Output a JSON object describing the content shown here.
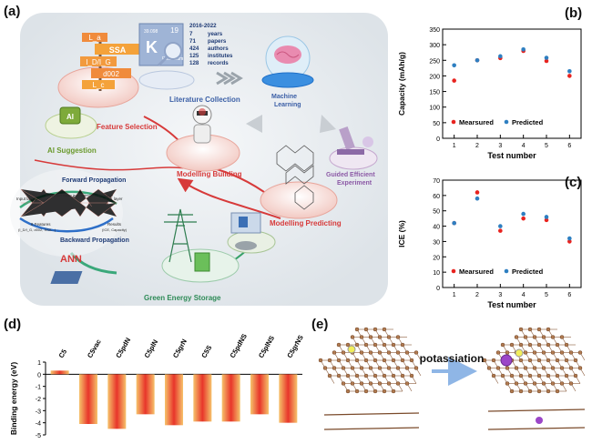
{
  "panel_labels": {
    "a": "(a)",
    "b": "(b)",
    "c": "(c)",
    "d": "(d)",
    "e": "(e)"
  },
  "workflow": {
    "literature_stats": {
      "years_range": "2016-2022",
      "rows": [
        {
          "count": "7",
          "label": "years"
        },
        {
          "count": "71",
          "label": "papers"
        },
        {
          "count": "424",
          "label": "authors"
        },
        {
          "count": "125",
          "label": "institutes"
        },
        {
          "count": "128",
          "label": "records"
        }
      ]
    },
    "element_card": {
      "number": "19",
      "mass": "39.098",
      "symbol": "K",
      "name": "Potassium"
    },
    "signposts": [
      "SSA",
      "I_D/I_G",
      "d002",
      "L_c",
      "L_a"
    ],
    "nodes": {
      "literature": "Literature Collection",
      "machine_learning_1": "Machine",
      "machine_learning_2": "Learning",
      "ai_suggestion": "AI Suggestion",
      "feature_selection": "Feature Selection",
      "modelling_building": "Modelling Building",
      "guided_1": "Guided Efficient",
      "guided_2": "Experiment",
      "modelling_predicting": "Modelling Predicting",
      "green_storage": "Green Energy Storage",
      "ann": "ANN",
      "forward": "Forward Propagation",
      "backward": "Backward Propagation",
      "input_layer": "Input layer",
      "output_layer": "Output layer",
      "hidden_layers": "Hidden layer  Hidden layer  Hidden layer  Hidden layer",
      "features_1": "6 Features",
      "features_2": "(I_D/I_G, d002, SSA...)",
      "results_1": "Results",
      "results_2": "(ICE, Capacity)"
    }
  },
  "chart_data": [
    {
      "type": "scatter",
      "xlabel": "Test number",
      "ylabel": "Capacity (mAh/g)",
      "xlim": [
        0.5,
        6.5
      ],
      "ylim": [
        0,
        350
      ],
      "xticks": [
        1,
        2,
        3,
        4,
        5,
        6
      ],
      "yticks": [
        0,
        50,
        100,
        150,
        200,
        250,
        300,
        350
      ],
      "x": [
        1,
        2,
        3,
        4,
        5,
        6
      ],
      "series": [
        {
          "name": "Mearsured",
          "color": "#e8231f",
          "values": [
            185,
            250,
            257,
            280,
            248,
            200
          ]
        },
        {
          "name": "Predicted",
          "color": "#2e7fc1",
          "values": [
            234,
            250,
            263,
            285,
            258,
            215
          ]
        }
      ],
      "legend": "bottom"
    },
    {
      "type": "scatter",
      "xlabel": "Test number",
      "ylabel": "ICE (%)",
      "xlim": [
        0.5,
        6.5
      ],
      "ylim": [
        0,
        70
      ],
      "xticks": [
        1,
        2,
        3,
        4,
        5,
        6
      ],
      "yticks": [
        0,
        10,
        20,
        30,
        40,
        50,
        60,
        70
      ],
      "x": [
        1,
        2,
        3,
        4,
        5,
        6
      ],
      "series": [
        {
          "name": "Mearsured",
          "color": "#e8231f",
          "values": [
            42,
            62,
            37,
            45,
            44,
            30
          ]
        },
        {
          "name": "Predicted",
          "color": "#2e7fc1",
          "values": [
            42,
            58,
            40,
            48,
            46,
            32
          ]
        }
      ],
      "legend": "bottom"
    },
    {
      "type": "bar",
      "ylabel": "Binding energy (eV)",
      "ylim": [
        -5,
        1
      ],
      "yticks": [
        1,
        0,
        -1,
        -2,
        -3,
        -4,
        -5
      ],
      "categories": [
        "C5",
        "C5vac",
        "C5pdN",
        "C5plN",
        "C5grN",
        "C5S",
        "C5pdNS",
        "C5plNS",
        "C5grNS"
      ],
      "values": [
        0.3,
        -4.1,
        -4.5,
        -3.3,
        -4.2,
        -3.9,
        -3.9,
        -3.3,
        -4.0
      ],
      "color": "#e8352a"
    }
  ],
  "structure": {
    "arrow_label": "potassiation"
  }
}
